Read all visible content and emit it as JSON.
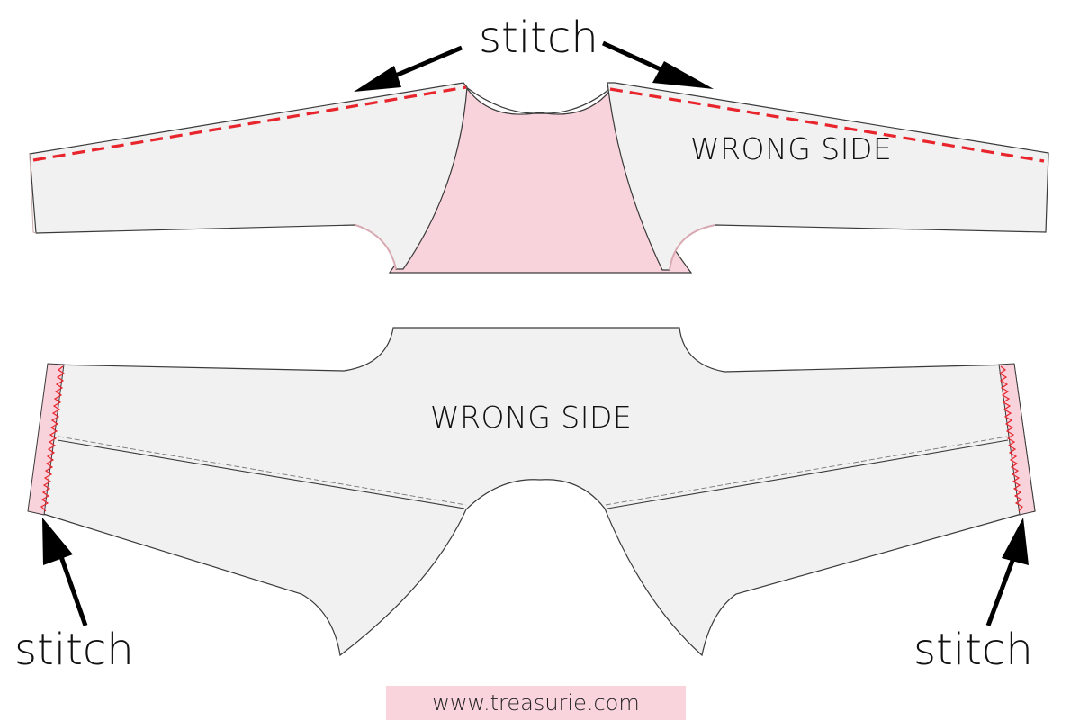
{
  "diagram": {
    "type": "sewing-instruction",
    "colors": {
      "fabric_wrong_side": "#f1f1f1",
      "fabric_right_side": "#f9d3db",
      "outline": "#3a3a3a",
      "stitch_line": "#e8242c",
      "zigzag": "#e8242c",
      "arrow": "#000000",
      "watermark_bg": "#fad4dc"
    },
    "top_piece": {
      "label": "WRONG SIDE",
      "callouts": [
        {
          "text": "stitch",
          "target": "left sleeve top seam"
        },
        {
          "text": "stitch",
          "target": "right sleeve top seam"
        }
      ],
      "top_label": "stitch"
    },
    "bottom_piece": {
      "label": "WRONG SIDE",
      "callouts": [
        {
          "text": "stitch",
          "target": "left sleeve cuff hem"
        },
        {
          "text": "stitch",
          "target": "right sleeve cuff hem"
        }
      ],
      "left_label": "stitch",
      "right_label": "stitch"
    },
    "watermark": "www.treasurie.com"
  }
}
